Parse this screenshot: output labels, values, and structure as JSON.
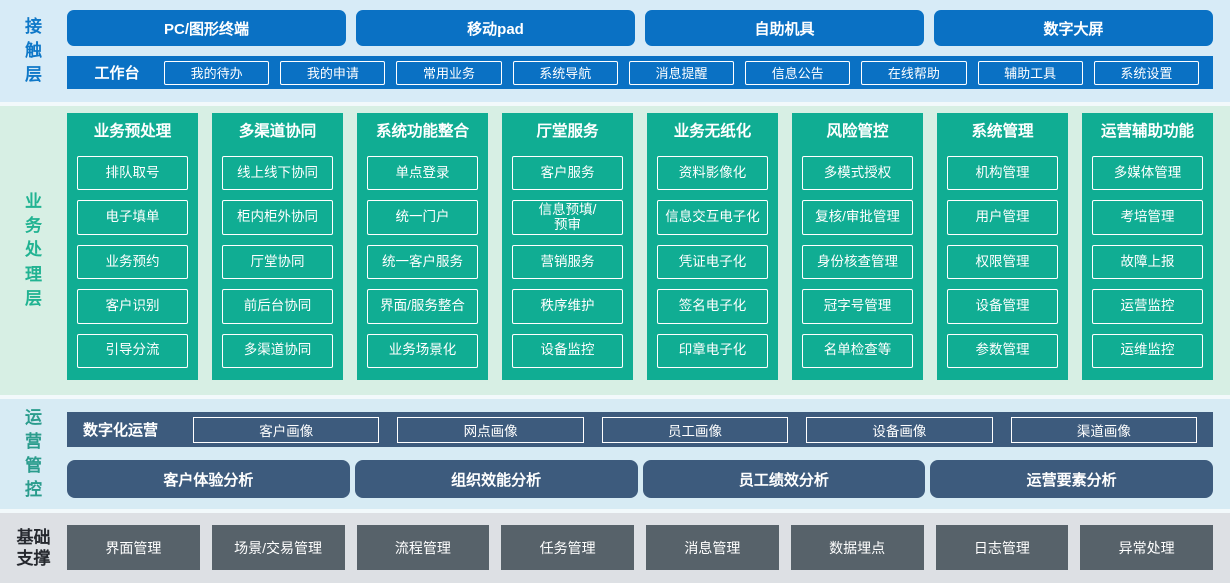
{
  "colors": {
    "accent_blue": "#0a71c4",
    "accent_teal": "#10ad93",
    "accent_navy": "#3d5b7d",
    "accent_slate": "#57626a",
    "bg_contact": "#d7ebf7",
    "bg_business": "#d7efe4",
    "bg_operations": "#d7ebf4",
    "bg_foundation": "#dde0e4"
  },
  "contact": {
    "label": "接触层",
    "channels": [
      "PC/图形终端",
      "移动pad",
      "自助机具",
      "数字大屏"
    ],
    "workbench": {
      "label": "工作台",
      "items": [
        "我的待办",
        "我的申请",
        "常用业务",
        "系统导航",
        "消息提醒",
        "信息公告",
        "在线帮助",
        "辅助工具",
        "系统设置"
      ]
    }
  },
  "business": {
    "label": "业务处理层",
    "columns": [
      {
        "title": "业务预处理",
        "items": [
          "排队取号",
          "电子填单",
          "业务预约",
          "客户识别",
          "引导分流"
        ]
      },
      {
        "title": "多渠道协同",
        "items": [
          "线上线下协同",
          "柜内柜外协同",
          "厅堂协同",
          "前后台协同",
          "多渠道协同"
        ]
      },
      {
        "title": "系统功能整合",
        "items": [
          "单点登录",
          "统一门户",
          "统一客户服务",
          "界面/服务整合",
          "业务场景化"
        ]
      },
      {
        "title": "厅堂服务",
        "items": [
          "客户服务",
          "信息预填/\n预审",
          "营销服务",
          "秩序维护",
          "设备监控"
        ]
      },
      {
        "title": "业务无纸化",
        "items": [
          "资料影像化",
          "信息交互电子化",
          "凭证电子化",
          "签名电子化",
          "印章电子化"
        ]
      },
      {
        "title": "风险管控",
        "items": [
          "多模式授权",
          "复核/审批管理",
          "身份核查管理",
          "冠字号管理",
          "名单检查等"
        ]
      },
      {
        "title": "系统管理",
        "items": [
          "机构管理",
          "用户管理",
          "权限管理",
          "设备管理",
          "参数管理"
        ]
      },
      {
        "title": "运营辅助功能",
        "items": [
          "多媒体管理",
          "考培管理",
          "故障上报",
          "运营监控",
          "运维监控"
        ]
      }
    ]
  },
  "operations": {
    "label": "运营管控",
    "digital": {
      "label": "数字化运营",
      "items": [
        "客户画像",
        "网点画像",
        "员工画像",
        "设备画像",
        "渠道画像"
      ]
    },
    "analysis": [
      "客户体验分析",
      "组织效能分析",
      "员工绩效分析",
      "运营要素分析"
    ]
  },
  "foundation": {
    "label": "基础支撑",
    "items": [
      "界面管理",
      "场景/交易管理",
      "流程管理",
      "任务管理",
      "消息管理",
      "数据埋点",
      "日志管理",
      "异常处理"
    ]
  }
}
